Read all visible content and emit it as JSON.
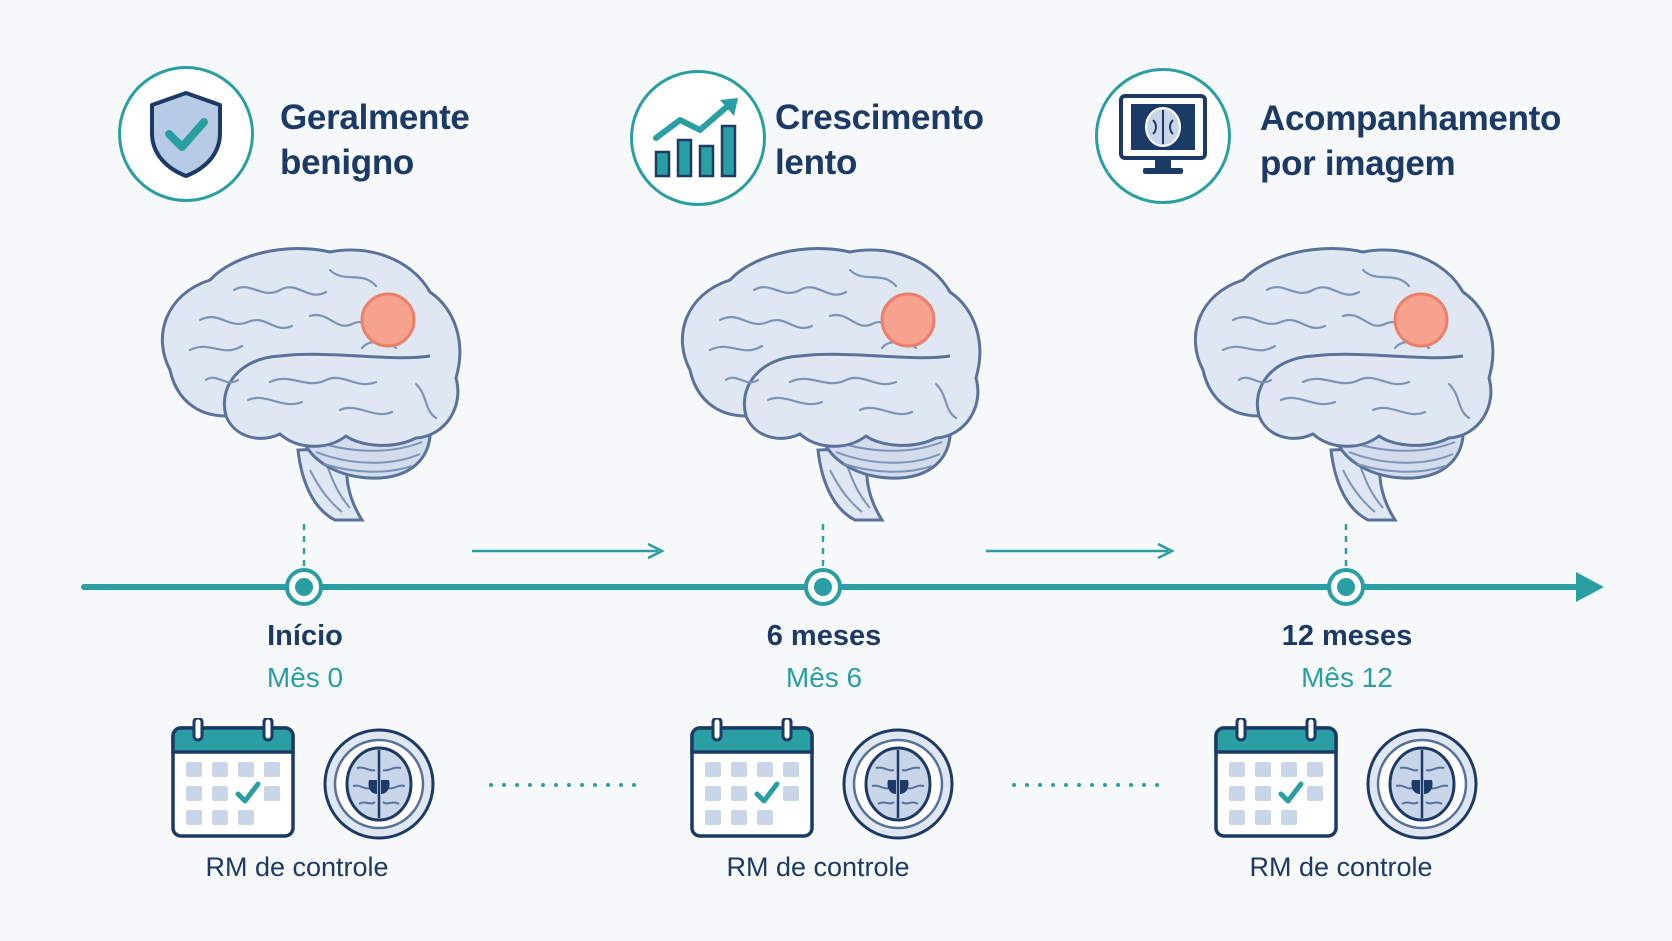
{
  "colors": {
    "navy": "#1c3a66",
    "teal": "#2a9fa3",
    "brain_fill": "#dfe7f2",
    "brain_stroke": "#58729a",
    "lesion": "#f6a28f"
  },
  "features": [
    {
      "icon": "shield-check-icon",
      "title": "Geralmente\nbenigno"
    },
    {
      "icon": "growth-chart-icon",
      "title": "Crescimento\nlento"
    },
    {
      "icon": "monitor-scan-icon",
      "title": "Acompanhamento\npor imagem"
    }
  ],
  "stages": [
    {
      "label": "Início",
      "month": "Mês 0",
      "control": "RM de controle"
    },
    {
      "label": "6 meses",
      "month": "Mês 6",
      "control": "RM de controle"
    },
    {
      "label": "12 meses",
      "month": "Mês 12",
      "control": "RM de controle"
    }
  ]
}
